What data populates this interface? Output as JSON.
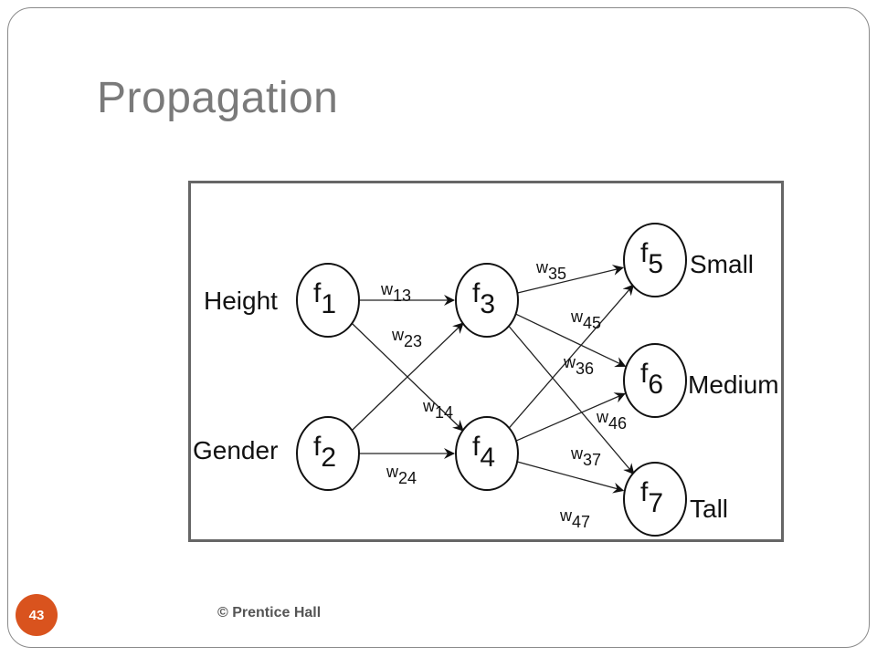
{
  "slide": {
    "title": "Propagation",
    "page_number": "43",
    "footer": "© Prentice Hall"
  },
  "diagram": {
    "nodes": [
      {
        "id": "f1",
        "base": "f",
        "sub": "1"
      },
      {
        "id": "f2",
        "base": "f",
        "sub": "2"
      },
      {
        "id": "f3",
        "base": "f",
        "sub": "3"
      },
      {
        "id": "f4",
        "base": "f",
        "sub": "4"
      },
      {
        "id": "f5",
        "base": "f",
        "sub": "5"
      },
      {
        "id": "f6",
        "base": "f",
        "sub": "6"
      },
      {
        "id": "f7",
        "base": "f",
        "sub": "7"
      }
    ],
    "input_labels": {
      "f1": "Height",
      "f2": "Gender"
    },
    "output_labels": {
      "f5": "Small",
      "f6": "Medium",
      "f7": "Tall"
    },
    "edges": [
      {
        "from": "f1",
        "to": "f3",
        "w": "w",
        "sub": "13"
      },
      {
        "from": "f2",
        "to": "f3",
        "w": "w",
        "sub": "23"
      },
      {
        "from": "f1",
        "to": "f4",
        "w": "w",
        "sub": "14"
      },
      {
        "from": "f2",
        "to": "f4",
        "w": "w",
        "sub": "24"
      },
      {
        "from": "f3",
        "to": "f5",
        "w": "w",
        "sub": "35"
      },
      {
        "from": "f4",
        "to": "f5",
        "w": "w",
        "sub": "45"
      },
      {
        "from": "f3",
        "to": "f6",
        "w": "w",
        "sub": "36"
      },
      {
        "from": "f4",
        "to": "f6",
        "w": "w",
        "sub": "46"
      },
      {
        "from": "f3",
        "to": "f7",
        "w": "w",
        "sub": "37"
      },
      {
        "from": "f4",
        "to": "f7",
        "w": "w",
        "sub": "47"
      }
    ]
  }
}
